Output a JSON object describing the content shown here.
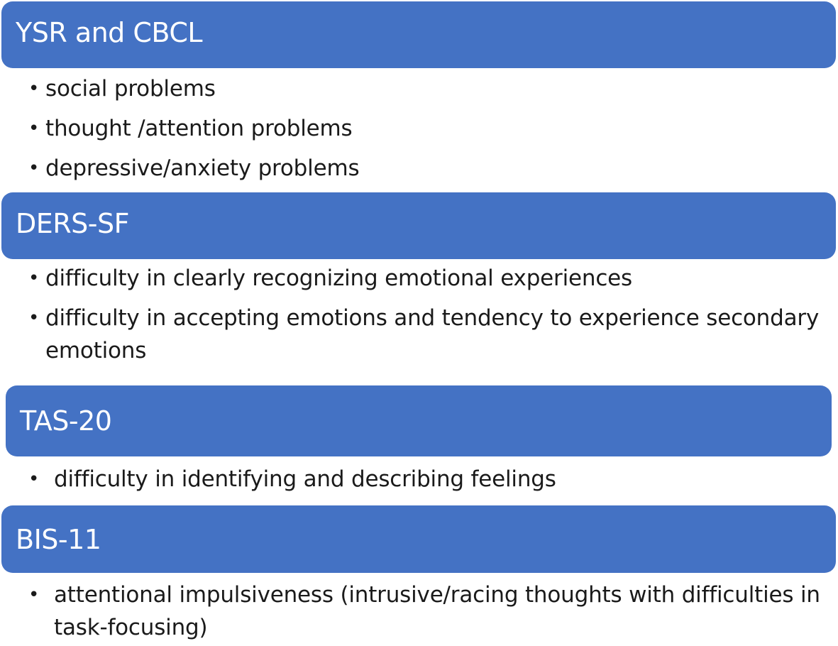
{
  "sections": [
    {
      "title": "YSR and CBCL",
      "items": [
        "social problems",
        "thought /attention problems",
        "depressive/anxiety problems"
      ]
    },
    {
      "title": "DERS-SF",
      "items": [
        "difficulty in clearly recognizing emotional experiences",
        "difficulty in accepting emotions and tendency to experience secondary emotions"
      ]
    },
    {
      "title": "TAS-20",
      "items": [
        "difficulty in identifying and describing feelings"
      ]
    },
    {
      "title": "BIS-11",
      "items": [
        "attentional impulsiveness (intrusive/racing thoughts with difficulties in task-focusing)"
      ]
    }
  ],
  "bullet_glyph": "•",
  "colors": {
    "header_fill": "#4472c4",
    "header_text": "#ffffff",
    "body_text": "#1a1a1a"
  }
}
